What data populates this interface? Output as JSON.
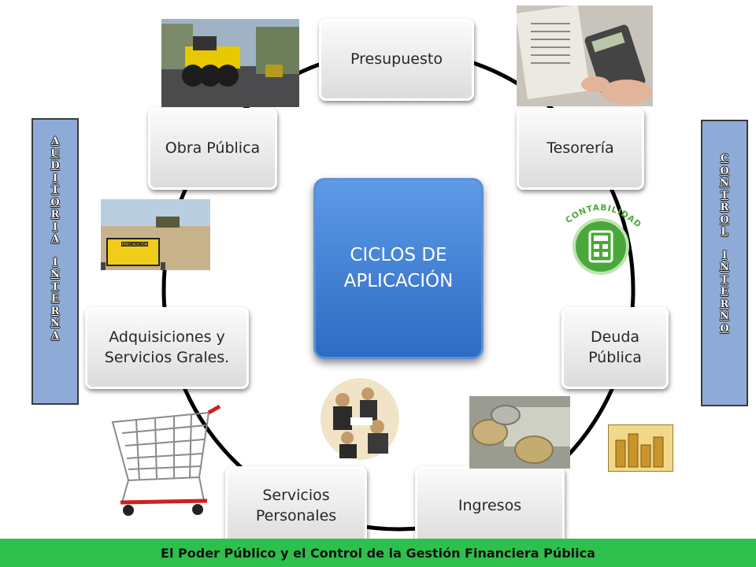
{
  "center": {
    "line1": "CICLOS  DE",
    "line2": "APLICACIÓN"
  },
  "nodes": {
    "presupuesto": "Presupuesto",
    "tesoreria": "Tesorería",
    "deuda_line1": "Deuda",
    "deuda_line2": "Pública",
    "ingresos": "Ingresos",
    "servicios_line1": "Servicios",
    "servicios_line2": "Personales",
    "adquisiciones_line1": "Adquisiciones y",
    "adquisiciones_line2": "Servicios Grales.",
    "obra": "Obra Pública"
  },
  "left_panel_letters": [
    "A",
    "U",
    "D",
    "I",
    "T",
    "O",
    "R",
    "I",
    "A",
    "",
    "I",
    "N",
    "T",
    "E",
    "R",
    "N",
    "A"
  ],
  "right_panel_letters": [
    "C",
    "O",
    "N",
    "T",
    "R",
    "O",
    "L",
    "",
    "I",
    "N",
    "T",
    "E",
    "R",
    "N",
    "O"
  ],
  "images": {
    "contabilidad_label": "CONTABILIDAD",
    "sign_label": "PRECAUCIÓN"
  },
  "footer": {
    "title": "El Poder Público y el Control de la Gestión Financiera Pública"
  },
  "colors": {
    "center_fill": "#3b7bd4",
    "panel_fill": "#8eabd8",
    "footer_fill": "#2ec04c",
    "contabilidad_green": "#4aa83a"
  }
}
